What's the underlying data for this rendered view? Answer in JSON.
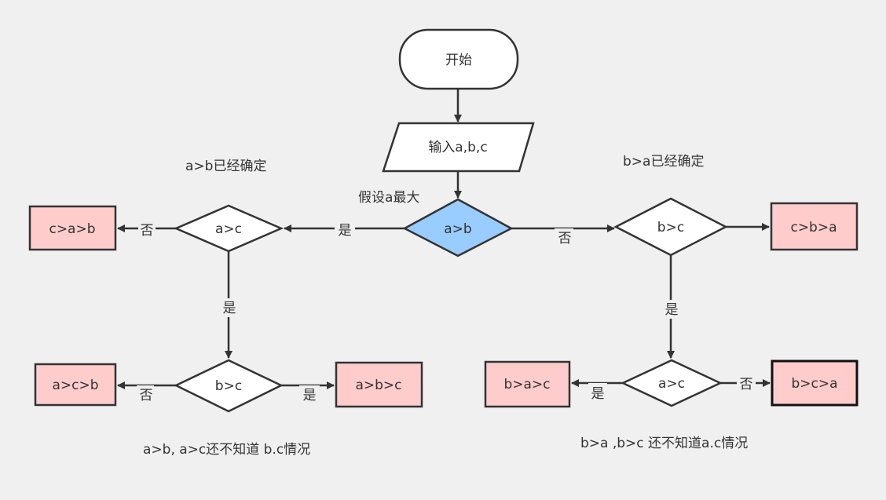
{
  "nodes": {
    "start": "开始",
    "input": "输入a,b,c",
    "ab": "a>b",
    "ac_left": "a>c",
    "bc_left": "b>c",
    "cab": "c>a>b",
    "acb": "a>c>b",
    "abc": "a>b>c",
    "bc_right": "b>c",
    "ac_right": "a>c",
    "cba": "c>b>a",
    "bac": "b>a>c",
    "bca": "b>c>a"
  },
  "edges": {
    "ab_yes": "是",
    "ab_no": "否",
    "acl_no": "否",
    "acl_yes": "是",
    "bcl_no": "否",
    "bcl_yes": "是",
    "bcr_yes": "是",
    "acr_yes": "是",
    "acr_no": "否"
  },
  "notes": {
    "assume": "假设a最大",
    "left_top": "a>b已经确定",
    "right_top": "b>a已经确定",
    "left_bottom": "a>b, a>c还不知道 b.c情况",
    "right_bottom": "b>a ,b>c 还不知道a.c情况"
  },
  "colors": {
    "decision_highlight": "#99ccff",
    "result_fill": "#ffcccc",
    "line": "#333333"
  }
}
